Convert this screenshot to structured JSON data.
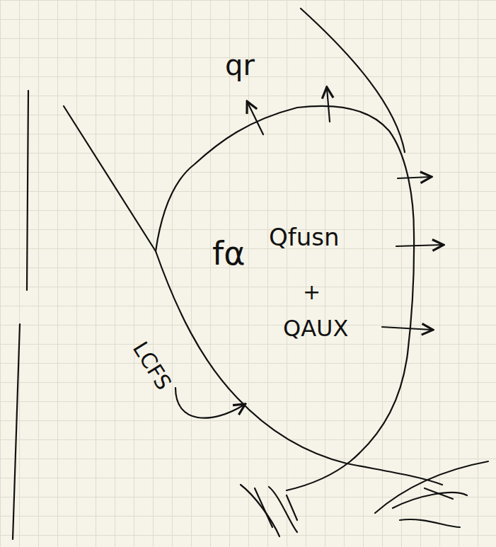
{
  "diagram": {
    "labels": [
      "qr",
      "fα",
      "Qfusn",
      "+",
      "QAUX",
      "LCFS"
    ]
  }
}
